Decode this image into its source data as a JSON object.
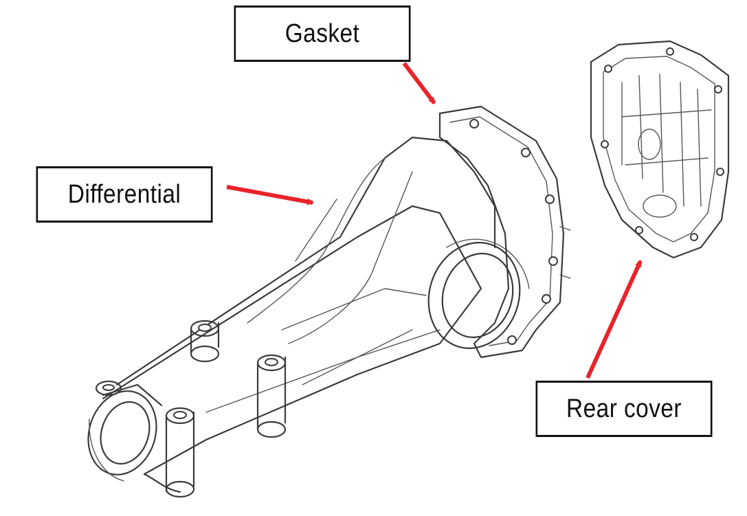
{
  "diagram": {
    "labels": {
      "gasket": "Gasket",
      "differential": "Differential",
      "rear_cover": "Rear cover"
    },
    "arrow_color": "#e8232a",
    "drawing_color": "#3a3a3a"
  }
}
